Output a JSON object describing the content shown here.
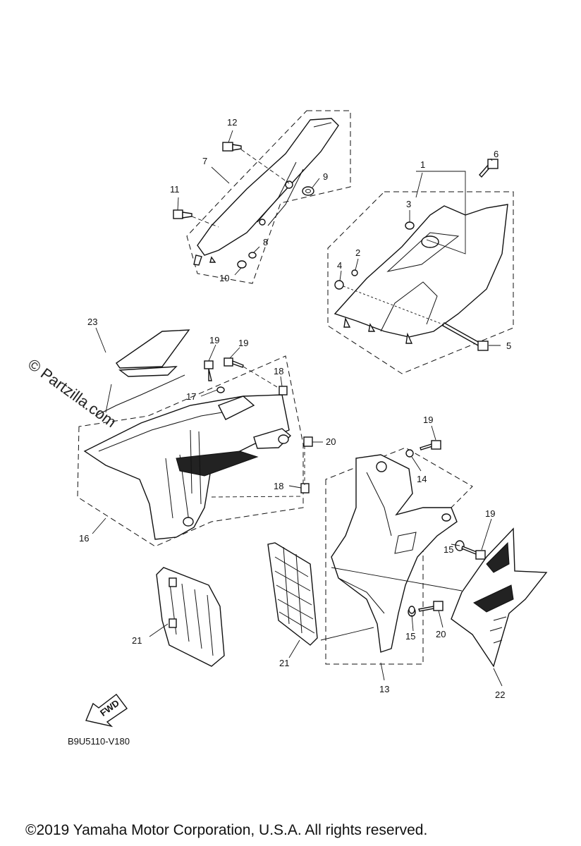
{
  "diagram": {
    "callouts": [
      "1",
      "2",
      "3",
      "4",
      "5",
      "6",
      "7",
      "8",
      "9",
      "10",
      "11",
      "12",
      "13",
      "14",
      "15",
      "15",
      "16",
      "17",
      "18",
      "18",
      "19",
      "19",
      "19",
      "19",
      "20",
      "20",
      "21",
      "21",
      "22",
      "23"
    ],
    "drawing_code": "B9U5110-V180",
    "fwd_label": "FWD",
    "watermark": "© Partzilla.com",
    "copyright": "©2019  Yamaha Motor Corporation, U.S.A. All rights reserved."
  }
}
